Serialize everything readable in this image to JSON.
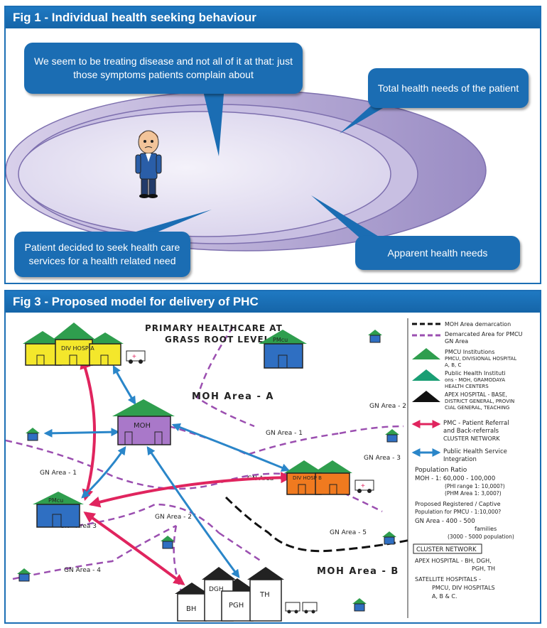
{
  "fig1": {
    "title": "Fig 1 - Individual health seeking behaviour",
    "callout_treating": "We seem to be treating disease and not all of it at that: just those symptoms patients complain about",
    "callout_total": "Total health needs of the patient",
    "callout_patient": "Patient decided to seek health care services for a health related need",
    "callout_apparent": "Apparent health needs"
  },
  "fig3": {
    "title": "Fig 3 - Proposed model for delivery of PHC",
    "heading_line1": "PRIMARY HEALTHCARE AT",
    "heading_line2": "GRASS ROOT LEVEL",
    "moh_area_a": "MOH Area - A",
    "moh_area_b": "MOH Area - B",
    "gn_labels": {
      "gn1_top": "GN Area - 1",
      "gn1_left": "GN Area - 1",
      "gn2_right": "GN Area - 2",
      "gn2_mid": "GN Area - 2",
      "gn3_right": "GN Area - 3",
      "gn3_left": "GN - Area 3",
      "gn4_left": "GN Area - 4",
      "gn4_mid": "GN Area - 4",
      "gn5": "GN Area - 5"
    },
    "buildings": {
      "div_hosp_a": "DIV HOSP A",
      "moh": "MOH",
      "pmcu_top": "PMcu",
      "pmcu_left": "PMcu",
      "div_hosp_b": "DIV HOSP B",
      "bh": "BH",
      "dgh": "DGH",
      "pgh": "PGH",
      "th": "TH"
    },
    "legend": {
      "moh_line": "MOH Area demarcation",
      "gn_line_1": "Demarcated Area for PMCU",
      "gn_line_2": "GN Area",
      "green_1": "PMCU Institutions",
      "green_2": "PMCU, DIVISIONAL HOSPITAL",
      "green_3": "A, B, C",
      "teal_1": "Public Health Instituti",
      "teal_2": "ons - MOH, GRAMODAYA",
      "teal_3": "HEALTH CENTERS",
      "black_1": "APEX HOSPITAL - BASE,",
      "black_2": "DISTRICT GENERAL, PROVIN",
      "black_3": "CIAL GENERAL, TEACHING",
      "red_1": "PMC - Patient Referral",
      "red_2": "and Back-referrals",
      "red_3": "CLUSTER NETWORK",
      "blue_1": "Public Health Service",
      "blue_2": "Integration",
      "pop_title": "Population Ratio",
      "pop_moh": "MOH - 1: 60,000 - 100,000",
      "pop_phi": "(PHI range 1: 10,000?)",
      "pop_phm": "(PHM Area 1: 3,000?)",
      "prop_1": "Proposed Registered / Captive",
      "prop_2": "Population for PMCU - 1:10,000?",
      "gn_area_1": "GN Area - 400 - 500",
      "gn_area_2": "families",
      "gn_area_3": "(3000 - 5000 population)",
      "cluster": "CLUSTER NETWORK",
      "apex_1": "APEX HOSPITAL - BH, DGH,",
      "apex_2": "PGH, TH",
      "sat_1": "SATELLITE HOSPITALS -",
      "sat_2": "PMCU, DIV HOSPITALS",
      "sat_3": "A, B & C."
    }
  },
  "colors": {
    "panel_blue": "#1c6fb5",
    "callout_blue": "#1b6db3",
    "ellipse_fill": "#b3a6d4",
    "inner_ellipse": "#e4e0f2",
    "referral_red": "#e0245e",
    "service_blue": "#2a86c9",
    "gn_line": "#9b4fb0",
    "roof_green": "#2f9e4e",
    "building_yellow": "#f4e72b",
    "building_purple": "#a978c9",
    "building_blue": "#2f6fc2",
    "building_orange": "#f07a1f"
  }
}
